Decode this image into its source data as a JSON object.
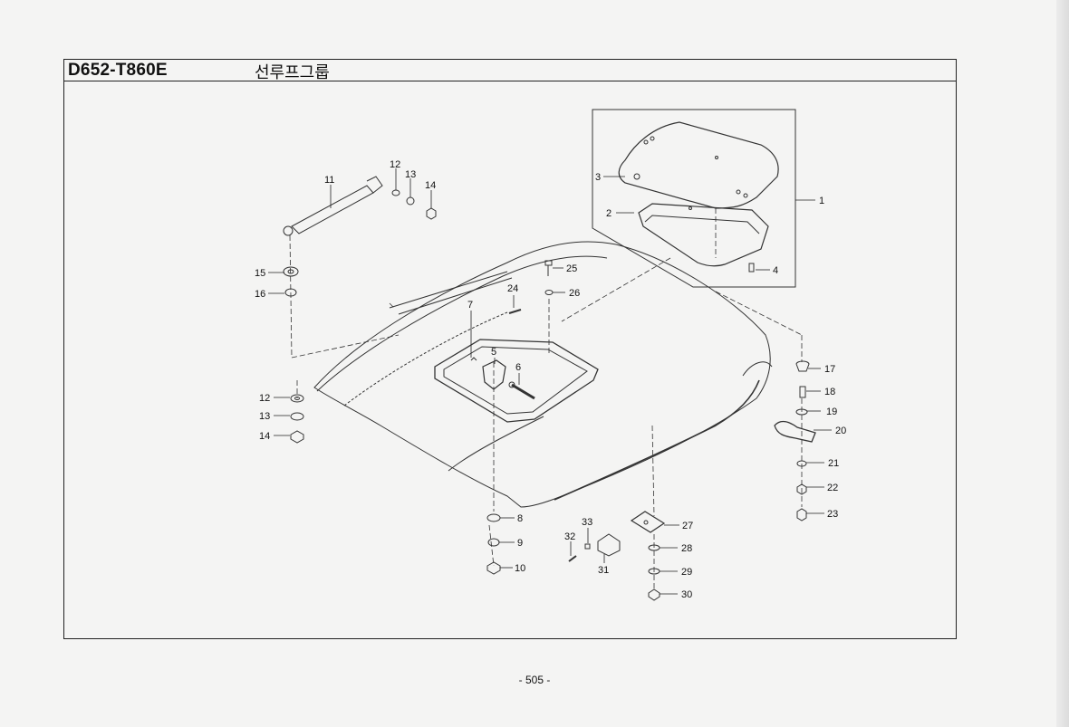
{
  "header": {
    "model_code": "D652-T860E",
    "group_title": "선루프그룹"
  },
  "callouts": [
    {
      "num": "1"
    },
    {
      "num": "2"
    },
    {
      "num": "3"
    },
    {
      "num": "4"
    },
    {
      "num": "5"
    },
    {
      "num": "6"
    },
    {
      "num": "7"
    },
    {
      "num": "8"
    },
    {
      "num": "9"
    },
    {
      "num": "10"
    },
    {
      "num": "11"
    },
    {
      "num": "12"
    },
    {
      "num": "13"
    },
    {
      "num": "14"
    },
    {
      "num": "15"
    },
    {
      "num": "16"
    },
    {
      "num": "12"
    },
    {
      "num": "13"
    },
    {
      "num": "14"
    },
    {
      "num": "17"
    },
    {
      "num": "18"
    },
    {
      "num": "19"
    },
    {
      "num": "20"
    },
    {
      "num": "21"
    },
    {
      "num": "22"
    },
    {
      "num": "23"
    },
    {
      "num": "24"
    },
    {
      "num": "25"
    },
    {
      "num": "26"
    },
    {
      "num": "27"
    },
    {
      "num": "28"
    },
    {
      "num": "29"
    },
    {
      "num": "30"
    },
    {
      "num": "31"
    },
    {
      "num": "32"
    },
    {
      "num": "33"
    }
  ],
  "footer": {
    "page_number": "- 505 -"
  }
}
